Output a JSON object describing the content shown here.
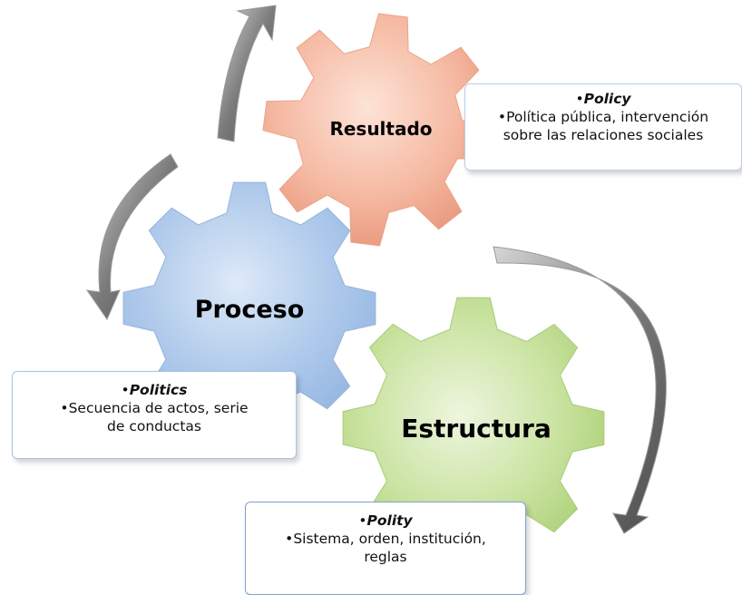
{
  "gears": {
    "resultado": {
      "label": "Resultado",
      "color": "#f4b49a"
    },
    "proceso": {
      "label": "Proceso",
      "color": "#9ebfe6"
    },
    "estructura": {
      "label": "Estructura",
      "color": "#bedc8f"
    }
  },
  "boxes": {
    "resultado": {
      "heading": "Policy",
      "text_line1": "Política pública, intervención",
      "text_line2": "sobre las relaciones sociales"
    },
    "proceso": {
      "heading": "Politics",
      "text_line1": "Secuencia de actos, serie",
      "text_line2": "de conductas"
    },
    "estructura": {
      "heading": "Polity",
      "text_line1": "Sistema, orden, institución,",
      "text_line2": "reglas"
    }
  },
  "bullet": "•",
  "arrow_color": "#6e6e6e"
}
